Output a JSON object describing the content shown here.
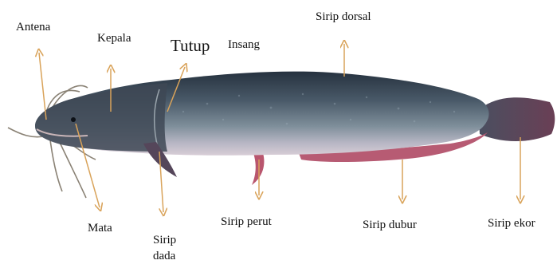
{
  "labels": {
    "antena": "Antena",
    "kepala": "Kepala",
    "tutup": "Tutup",
    "insang": "Insang",
    "sirip_dorsal": "Sirip dorsal",
    "mata": "Mata",
    "sirip_dada_1": "Sirip",
    "sirip_dada_2": "dada",
    "sirip_perut": "Sirip perut",
    "sirip_dubur": "Sirip dubur",
    "sirip_ekor": "Sirip ekor"
  },
  "colors": {
    "arrow": "#d9a35a",
    "fish_back": "#2d3a4a",
    "fish_body": "#6f7f8c",
    "fish_belly": "#c9c2cc",
    "fin_pink": "#b9566e"
  }
}
